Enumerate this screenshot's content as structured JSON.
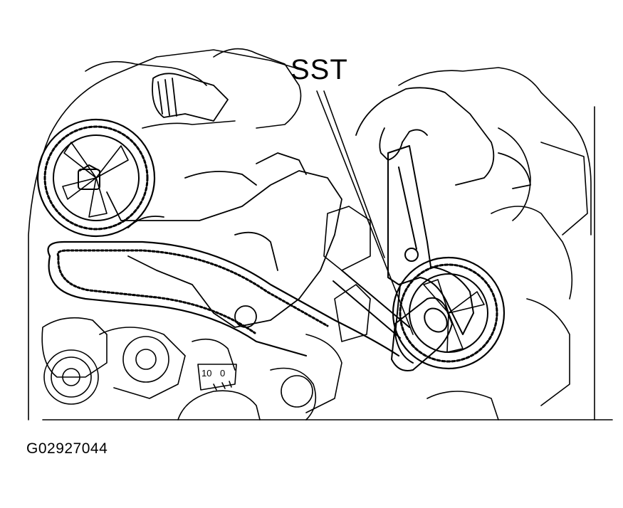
{
  "figure": {
    "callout": "SST",
    "figure_id": "G02927044",
    "dial_marks": [
      "10",
      "0"
    ]
  },
  "colors": {
    "line": "#000000",
    "background": "#ffffff"
  },
  "icons": [
    "camshaft-pulley-icon",
    "crankshaft-pulley-icon",
    "timing-belt-icon",
    "wrench-tool-icon",
    "socket-wrench-icon",
    "hand-icon"
  ]
}
